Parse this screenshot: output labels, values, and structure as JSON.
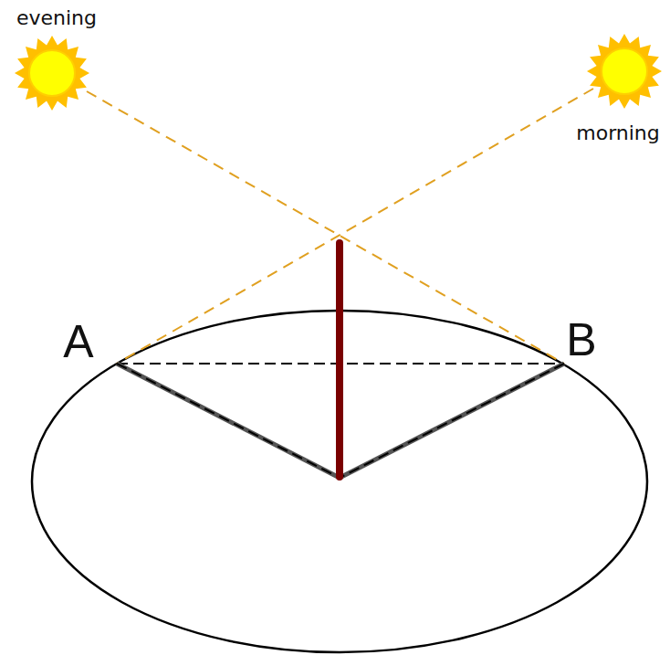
{
  "diagram": {
    "labels": [
      "evening",
      "morning",
      "A",
      "B"
    ]
  }
}
